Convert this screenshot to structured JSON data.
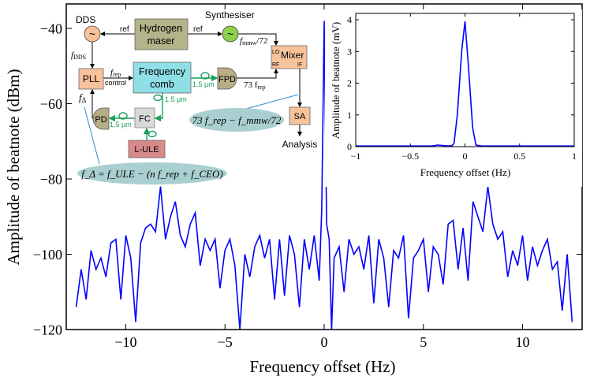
{
  "chart_data": [
    {
      "type": "line",
      "xlabel": "Frequency offset (Hz)",
      "ylabel": "Amplitude of beatnote (dBm)",
      "xlim": [
        -13,
        13
      ],
      "ylim": [
        -120,
        -33.5
      ],
      "xticks": [
        -10,
        -5,
        0,
        5,
        10
      ],
      "xtick_labels": [
        "−10",
        "−5",
        "0",
        "5",
        "10"
      ],
      "yticks": [
        -40,
        -60,
        -80,
        -100,
        -120
      ],
      "ytick_labels": [
        "−40",
        "−60",
        "−80",
        "−100",
        "−120"
      ],
      "grid": false,
      "color": "#0000ff",
      "x": [
        -12.5,
        -12.25,
        -12.0,
        -11.75,
        -11.5,
        -11.25,
        -11.0,
        -10.75,
        -10.5,
        -10.25,
        -10.0,
        -9.75,
        -9.5,
        -9.25,
        -9.0,
        -8.75,
        -8.5,
        -8.25,
        -8.0,
        -7.75,
        -7.5,
        -7.25,
        -7.0,
        -6.75,
        -6.5,
        -6.25,
        -6.0,
        -5.75,
        -5.5,
        -5.25,
        -5.0,
        -4.75,
        -4.5,
        -4.25,
        -4.0,
        -3.75,
        -3.5,
        -3.25,
        -3.0,
        -2.75,
        -2.5,
        -2.25,
        -2.0,
        -1.75,
        -1.5,
        -1.25,
        -1.0,
        -0.75,
        -0.5,
        -0.25,
        -0.125,
        0,
        0.125,
        0.25,
        0.375,
        0.5,
        0.75,
        1.0,
        1.25,
        1.5,
        1.75,
        2.0,
        2.25,
        2.5,
        2.75,
        3.0,
        3.25,
        3.5,
        3.75,
        4.0,
        4.25,
        4.5,
        4.75,
        5.0,
        5.25,
        5.5,
        5.75,
        6.0,
        6.25,
        6.5,
        6.75,
        7.0,
        7.25,
        7.5,
        7.75,
        8.0,
        8.25,
        8.5,
        8.75,
        9.0,
        9.25,
        9.5,
        9.75,
        10.0,
        10.25,
        10.5,
        10.75,
        11.0,
        11.25,
        11.5,
        11.75,
        12.0,
        12.25,
        12.5
      ],
      "y": [
        -114,
        -104,
        -112,
        -99,
        -104,
        -101,
        -106,
        -97,
        -96,
        -112,
        -95,
        -101,
        -118,
        -97,
        -93,
        -92,
        -94,
        -82,
        -96,
        -90,
        -86,
        -95,
        -98,
        -92,
        -89,
        -103,
        -96,
        -99,
        -96,
        -109,
        -99,
        -96,
        -103,
        -120,
        -100,
        -106,
        -98,
        -95,
        -101,
        -96,
        -112,
        -96,
        -111,
        -95,
        -100,
        -114,
        -96,
        -104,
        -95,
        -107,
        -88,
        -38,
        -92,
        -96,
        -120,
        -101,
        -98,
        -110,
        -96,
        -100,
        -98,
        -104,
        -95,
        -113,
        -96,
        -101,
        -114,
        -99,
        -101,
        -95,
        -117,
        -101,
        -99,
        -96,
        -110,
        -98,
        -100,
        -108,
        -92,
        -91,
        -104,
        -93,
        -107,
        -86,
        -90,
        -94,
        -82,
        -92,
        -96,
        -94,
        -106,
        -99,
        -103,
        -95,
        -107,
        -98,
        -103,
        -99,
        -96,
        -104,
        -102,
        -115,
        -100,
        -118
      ]
    },
    {
      "type": "line",
      "xlabel": "Frequency offset (Hz)",
      "ylabel": "Amplitude of beatnote (mV)",
      "xlim": [
        -1,
        1
      ],
      "ylim": [
        0,
        4.2
      ],
      "xticks": [
        -1,
        -0.5,
        0,
        0.5,
        1
      ],
      "xtick_labels": [
        "−1",
        "−0.5",
        "0",
        "0.5",
        "1"
      ],
      "yticks": [
        0,
        1,
        2,
        3,
        4
      ],
      "ytick_labels": [
        "0",
        "1",
        "2",
        "3",
        "4"
      ],
      "grid": false,
      "color": "#0000ff",
      "x": [
        -1,
        -0.3,
        -0.25,
        -0.15,
        -0.12,
        -0.1,
        -0.07,
        -0.03,
        0,
        0.03,
        0.07,
        0.1,
        0.15,
        1
      ],
      "y": [
        0.02,
        0.02,
        0.05,
        0.02,
        0.03,
        0.1,
        1.0,
        3.0,
        3.95,
        2.6,
        0.6,
        0.05,
        0.02,
        0.02
      ]
    }
  ],
  "diagram": {
    "dds": "DDS",
    "maser_1": "Hydrogen",
    "maser_2": "maser",
    "synth": "Synthesiser",
    "ref_left": "ref",
    "ref_right": "ref",
    "f_dds": "f",
    "f_dds_sub": "DDS",
    "fmmw": "f",
    "fmmw_sub": "mmw",
    "fmmw_div": "/72",
    "mixer": "Mixer",
    "lo": "LO",
    "rf": "RF",
    "if": "IF",
    "pll": "PLL",
    "frep": "f",
    "frep_sub": "rep",
    "control": "control",
    "comb_1": "Frequency",
    "comb_2": "comb",
    "fpd": "FPD",
    "um_1": "1.5 µm",
    "um_2": "1.5 µm",
    "um_3": "1.5 µm",
    "f73": "73 f",
    "f73_sub": "rep",
    "fdelta": "f",
    "fdelta_sub": "Δ",
    "pd": "PD",
    "fc": "FC",
    "ule": "L-ULE",
    "sa": "SA",
    "analysis": "Analysis",
    "bubble_right": "73 f_rep − f_mmw/72",
    "bubble_left": "f_Δ = f_ULE − (n f_rep + f_CEO)",
    "colors": {
      "dds": "#f8c29a",
      "maser": "#b4b48a",
      "synth": "#8fd14f",
      "mixer": "#f8c29a",
      "pll": "#f8c29a",
      "comb": "#8fdfe6",
      "detector": "#b8ad86",
      "fc": "#d9d9d9",
      "ule": "#d88a8a",
      "sa": "#f8c29a",
      "fiber": "#1aa05a",
      "bubble": "#a9cfd1",
      "pointer": "#2a8fd0"
    }
  }
}
